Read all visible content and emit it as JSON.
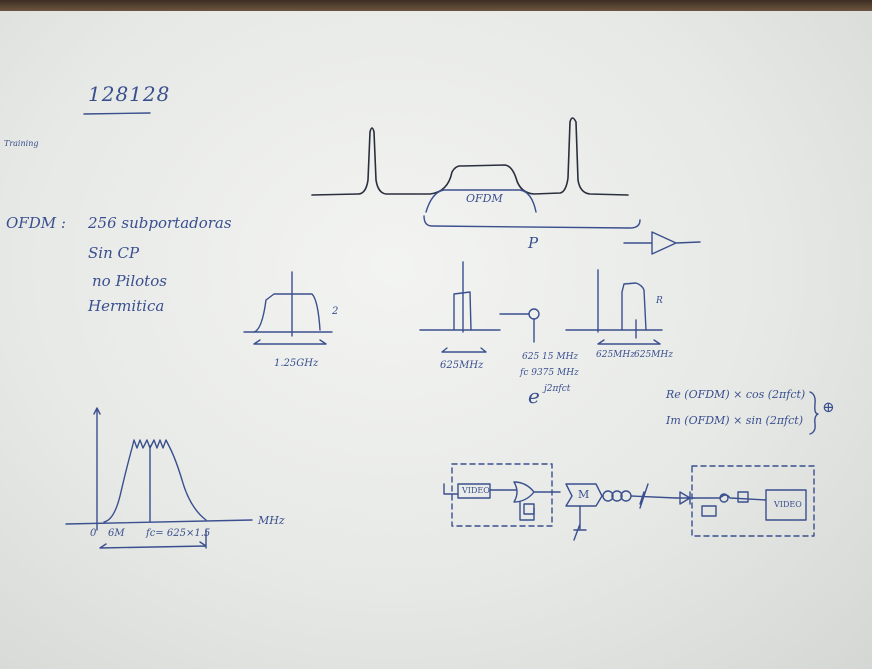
{
  "board": {
    "header_number": "128128",
    "corner_note": "Training",
    "ofdm_notes": {
      "prefix": "OFDM :",
      "line1": "256 subportadoras",
      "line2": "Sin CP",
      "line3": "no Pilotos",
      "line4": "Hermitica"
    },
    "spectrum_top": {
      "center_label": "OFDM",
      "span_label": "P"
    },
    "spectrum_a": {
      "width_label": "1.25GHz",
      "side_mark": "2"
    },
    "spectrum_b": {
      "width_label": "625MHz",
      "freq_line1": "625 15 MHz",
      "freq_line2": "fc 9375 MHz",
      "exponential": "e",
      "exponent": "j2πfct"
    },
    "spectrum_c": {
      "left_label": "625MHz",
      "right_label": "625MHz",
      "side_mark": "R"
    },
    "iq_equations": {
      "re": "Re (OFDM) × cos (2πfct)",
      "im": "Im (OFDM) × sin (2πfct)",
      "sum_symbol": "⊕"
    },
    "bottom_plot": {
      "origin": "0",
      "tick1": "6M",
      "tick2": "fc= 625×1.5",
      "unit": "MHz"
    },
    "block_diagram": {
      "video_in": "VIDEO",
      "modulator": "M",
      "video_out": "VIDEO"
    }
  }
}
